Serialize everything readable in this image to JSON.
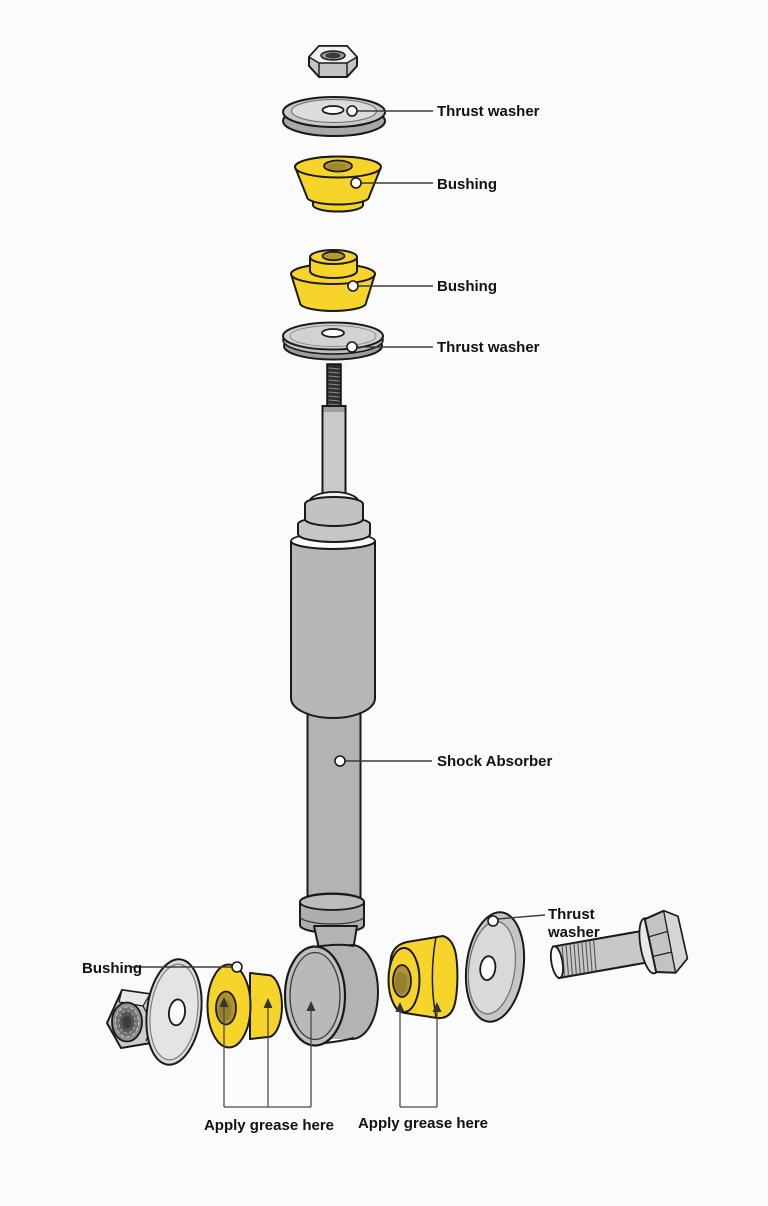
{
  "callouts": {
    "thrust_washer_top": "Thrust washer",
    "bushing_top": "Bushing",
    "bushing_middle": "Bushing",
    "thrust_washer_middle": "Thrust washer",
    "shock_absorber": "Shock Absorber",
    "bushing_bottom_left": "Bushing",
    "thrust_washer_bottom_right_line1": "Thrust",
    "thrust_washer_bottom_right_line2": "washer",
    "apply_grease_left": "Apply grease here",
    "apply_grease_right": "Apply grease here"
  },
  "colors": {
    "bushing_yellow": "#F6D42A",
    "bushing_bore_olive": "#AD922E",
    "metal_gray": "#B5B5B5",
    "washer_gray": "#D8D8D8",
    "outline_black": "#1A1A1A",
    "background": "#FBFBFB"
  }
}
